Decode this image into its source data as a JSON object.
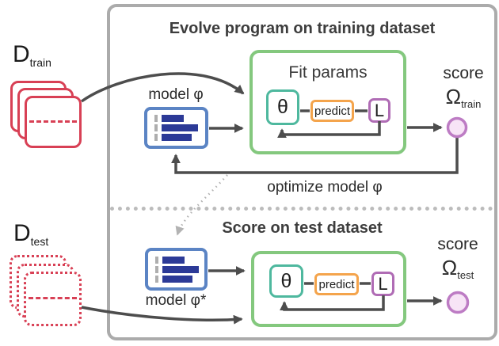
{
  "colors": {
    "red": "#d84055",
    "blue_border": "#5b84c4",
    "navy_bar": "#2c3a97",
    "green_border": "#84c87e",
    "teal_border": "#4eb89e",
    "orange_border": "#f4a44c",
    "purple_border": "#b06cb5",
    "circle_fill": "#f7e4f6",
    "circle_stroke": "#bd7cc4",
    "arrow_dark": "#4d4d4d",
    "panel_border": "#ababab",
    "dotted_gray": "#b3b3b3",
    "text_dark": "#3a3a3a"
  },
  "dataset_train": {
    "letter": "D",
    "sub": "train"
  },
  "dataset_test": {
    "letter": "D",
    "sub": "test"
  },
  "top_section": {
    "title": "Evolve program on training dataset",
    "model_label": "model φ",
    "fit_box": {
      "title": "Fit params",
      "theta": "θ",
      "predict": "predict",
      "loss": "L"
    },
    "score_word": "score",
    "score_symbol": "Ω",
    "score_sub": "train",
    "optimize_label": "optimize model φ"
  },
  "bottom_section": {
    "title": "Score on test dataset",
    "model_label": "model φ*",
    "fit_box": {
      "theta": "θ",
      "predict": "predict",
      "loss": "L"
    },
    "score_word": "score",
    "score_symbol": "Ω",
    "score_sub": "test"
  }
}
